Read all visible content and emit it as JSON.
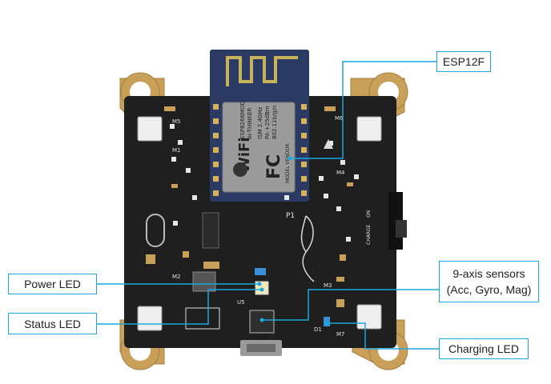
{
  "callouts": {
    "esp12f": "ESP12F",
    "power_led": "Power LED",
    "status_led": "Status LED",
    "sensors_line1": "9-axis sensors",
    "sensors_line2": "(Acc, Gyro, Mag)",
    "charging_led": "Charging LED"
  },
  "module": {
    "wifi_text": "WiFi",
    "ser_line1": "ESP8266MOD",
    "ser_line2": "AI-THINKER",
    "ism_line1": "ISM 2.4GHz",
    "ism_line2": "PA +25dBm",
    "ism_line3": "802.11b/g/n",
    "fcc_text": "FC",
    "side_text": "MODEL VENDOR"
  },
  "silkscreen": {
    "m5": "M5",
    "m1": "M1",
    "m6": "M6",
    "m4": "M4",
    "m3": "M3",
    "m2": "M2",
    "m7": "M7",
    "p1": "P1",
    "u5": "U5",
    "d1": "D1",
    "charge": "CHARGE",
    "on": "ON"
  },
  "colors": {
    "accent": "#1aa7df",
    "pcb": "#1f1f1f",
    "gold": "#c9a05a",
    "module": "#2b3a63",
    "shield": "#9b9b9b"
  }
}
